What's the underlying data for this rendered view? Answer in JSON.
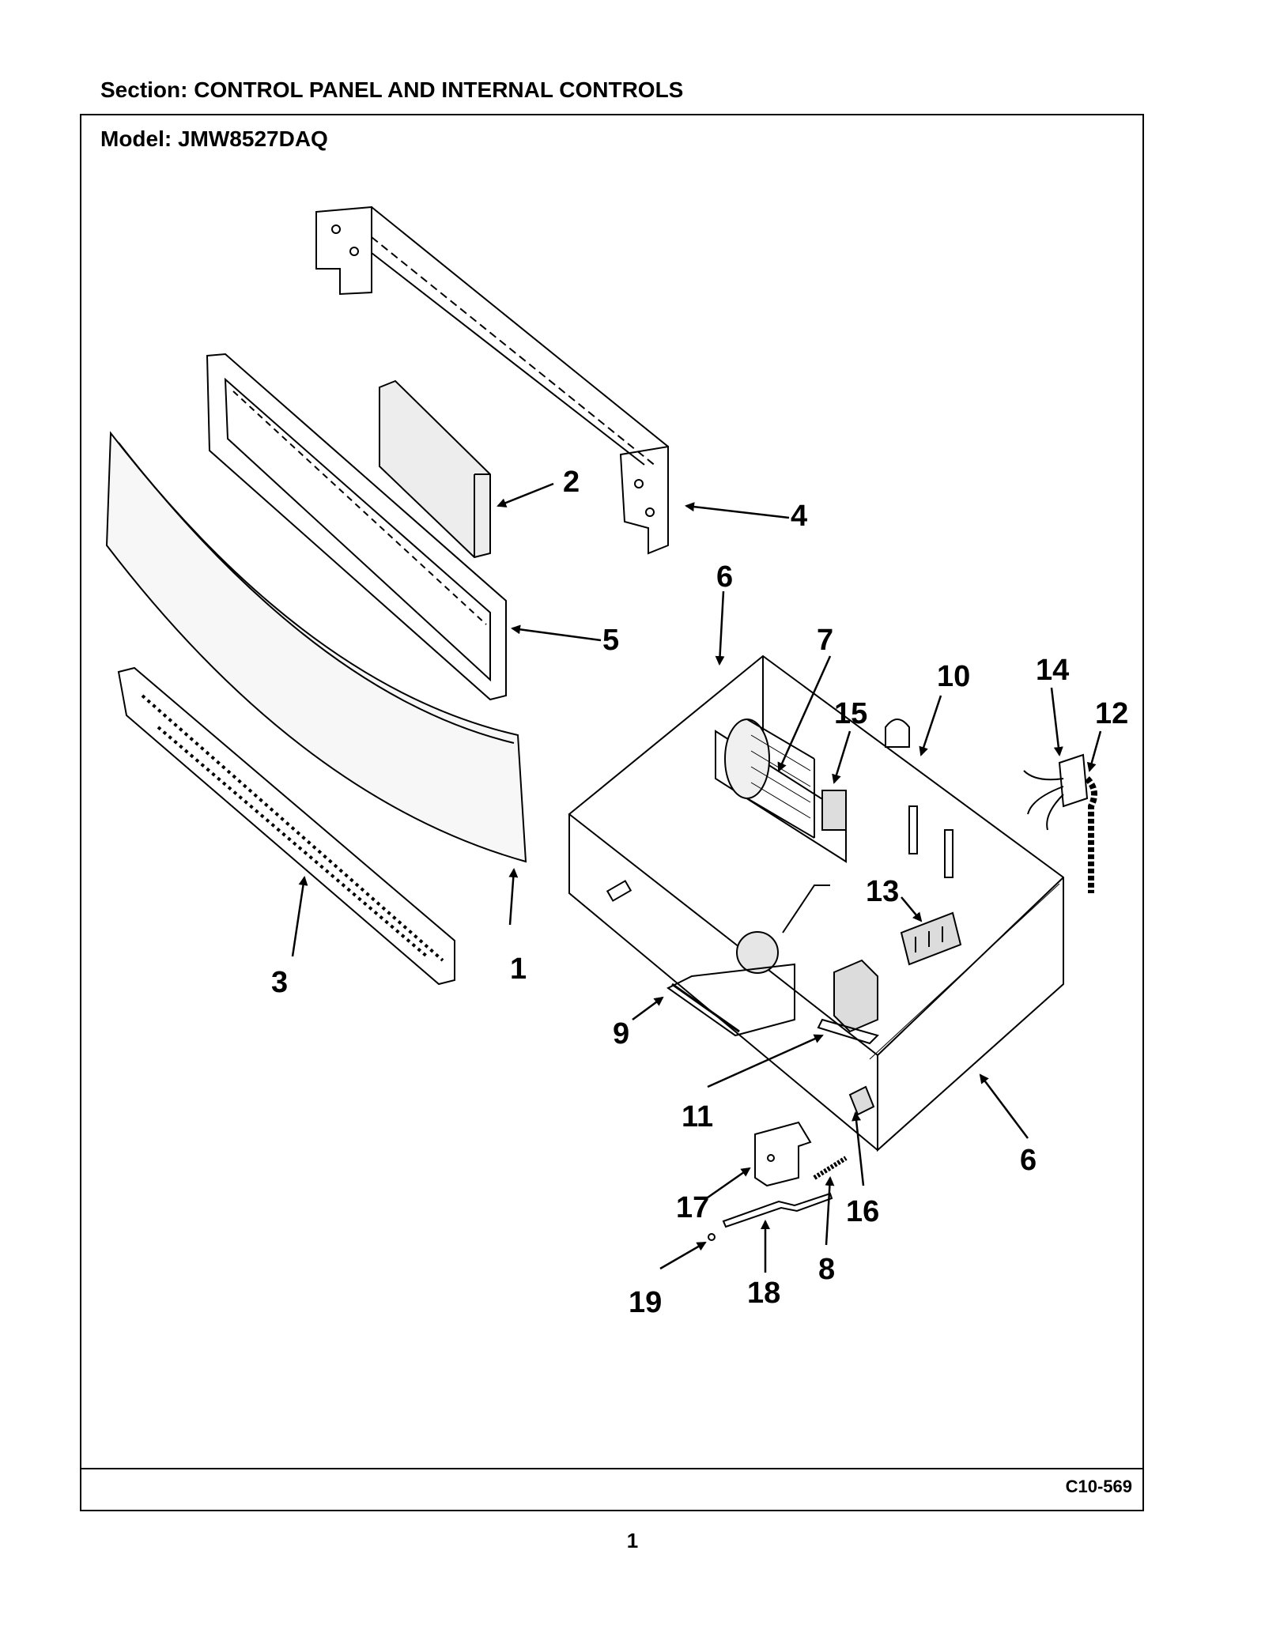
{
  "header": {
    "section_title": "Section:  CONTROL PANEL AND INTERNAL CONTROLS",
    "model_title": "Model:  JMW8527DAQ"
  },
  "footer": {
    "diagram_code": "C10-569",
    "page_number": "1"
  },
  "callouts": [
    "1",
    "2",
    "3",
    "4",
    "5",
    "6",
    "6",
    "7",
    "8",
    "9",
    "10",
    "11",
    "12",
    "13",
    "14",
    "15",
    "16",
    "17",
    "18",
    "19"
  ]
}
